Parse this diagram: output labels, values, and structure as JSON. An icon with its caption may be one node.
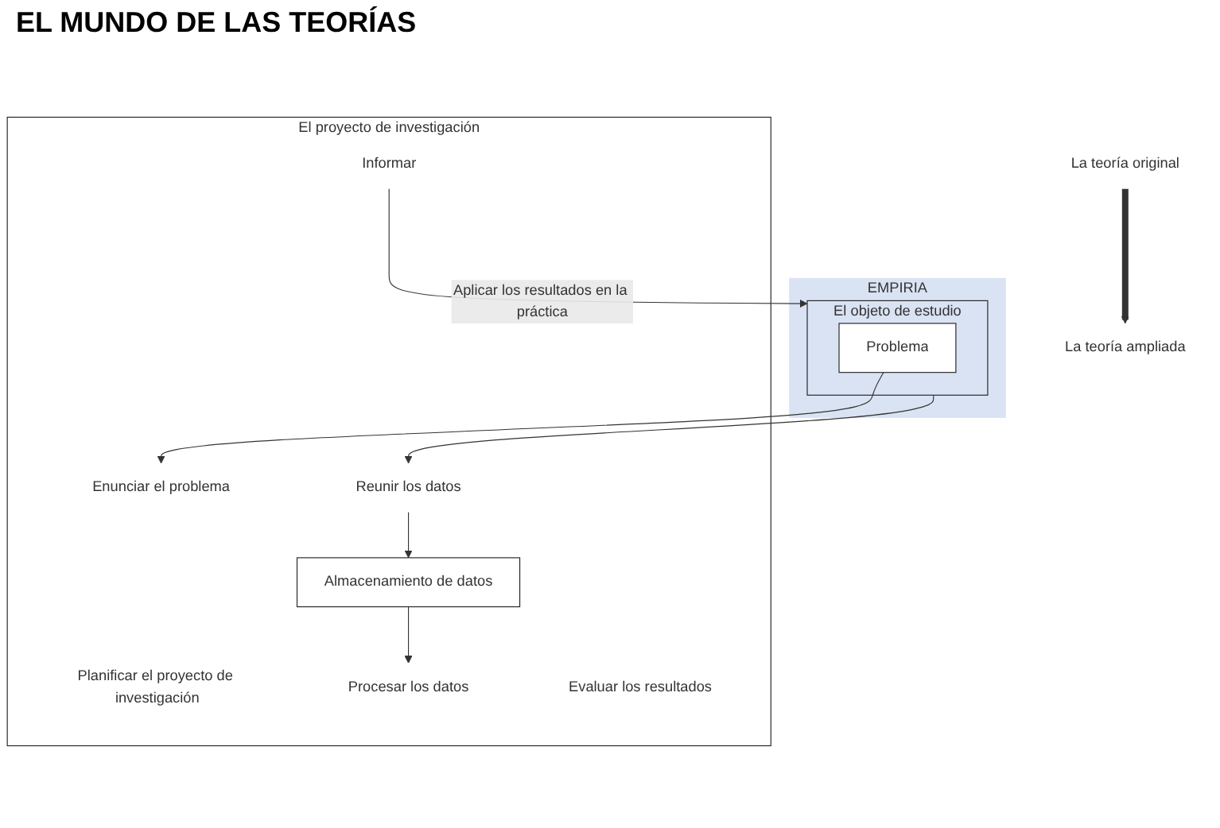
{
  "diagram": {
    "nodes": [
      {
        "text": [
          "EMPIRIA"
        ]
      },
      {
        "text": [
          "El objeto de estudio"
        ],
        "in": 0
      },
      {
        "text": [
          "Problema"
        ],
        "in": 1
      },
      {
        "text": [
          "La teoría original"
        ]
      },
      {
        "text": [
          "El proyecto de investigación"
        ]
      },
      {
        "text": [
          "Enunciar el problema"
        ],
        "in": 4
      },
      {
        "text": [
          "Planificar el proyecto de investigación"
        ],
        "in": 4
      },
      {
        "text": [
          "Reunir los datos"
        ],
        "in": 4
      },
      {
        "text": [
          "Almacenamiento de datos"
        ],
        "in": 4
      },
      {
        "text": [
          "Procesar los datos"
        ],
        "in": 4
      },
      {
        "text": [
          "Evaluar los resultados"
        ],
        "in": 4
      },
      {
        "text": [
          "Informar"
        ],
        "in": 4
      },
      {
        "text": [
          "La teoría ampliada"
        ]
      }
    ],
    "edges": [
      {
        "from": 2,
        "to": 5,
        "arrow": "to"
      },
      {
        "from": 1,
        "to": 7,
        "arrow": "to"
      },
      {
        "from": 7,
        "to": 8,
        "arrow": "to"
      },
      {
        "from": 8,
        "to": 9,
        "arrow": "to"
      },
      {
        "from": 11,
        "to": 1,
        "arrow": "to",
        "label": "Aplicar los resultados en la práctica"
      },
      {
        "from": 3,
        "to": 12,
        "arrow": "to",
        "style": "thick"
      }
    ],
    "labels": [
      "EL MUNDO DE LAS TEORÍAS"
    ]
  }
}
